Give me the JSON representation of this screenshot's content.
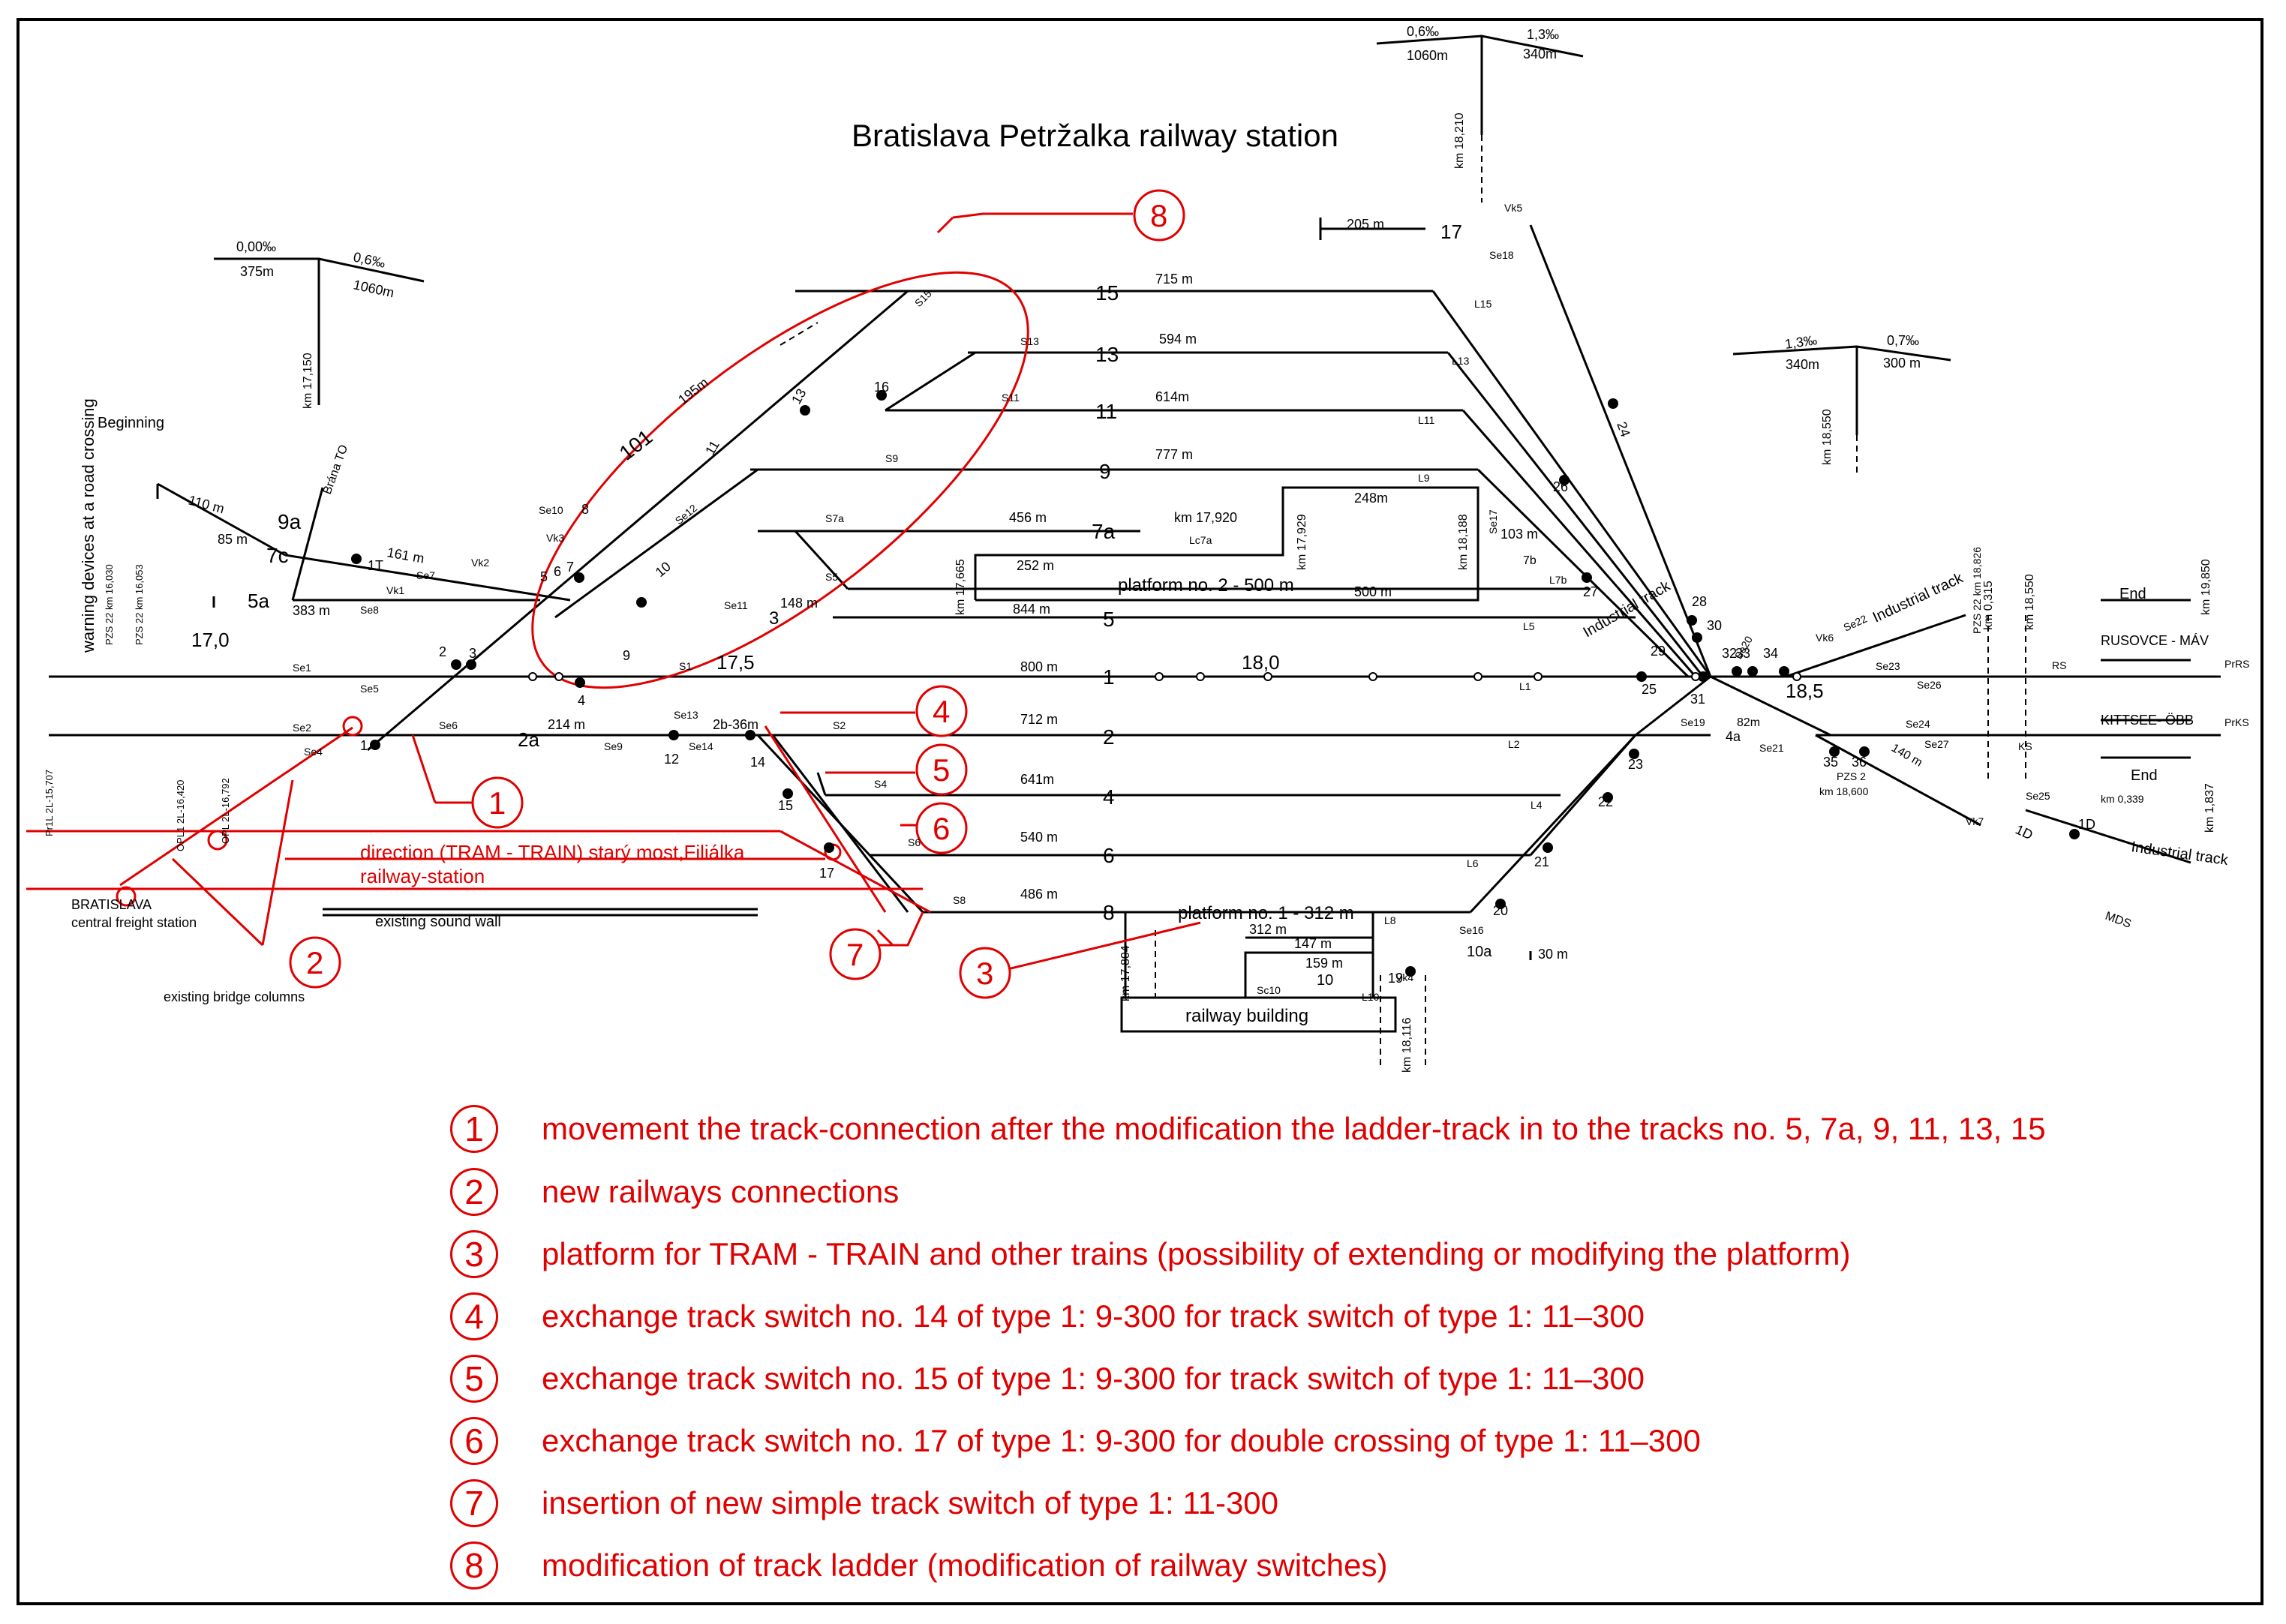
{
  "title": "Bratislava Petržalka railway station",
  "colors": {
    "track": "#000000",
    "annotation": "#e00000"
  },
  "tracks": [
    {
      "id": "15",
      "length": "715 m",
      "signal": "S15",
      "left_signal": "L15"
    },
    {
      "id": "13",
      "length": "594 m",
      "signal": "S13",
      "left_signal": "L13"
    },
    {
      "id": "11",
      "length": "614m",
      "signal": "S11",
      "left_signal": "L11"
    },
    {
      "id": "9",
      "length": "777 m",
      "signal": "S9",
      "left_signal": "L9"
    },
    {
      "id": "7a",
      "length": "456 m",
      "signal": "S7a",
      "left_signal": "L7b"
    },
    {
      "id": "5",
      "length": "844 m",
      "signal": "S5",
      "left_signal": "L5"
    },
    {
      "id": "1",
      "length": "800 m",
      "signal": "S1",
      "left_signal": "L1"
    },
    {
      "id": "2",
      "length": "712 m",
      "signal": "S2",
      "left_signal": "L2"
    },
    {
      "id": "4",
      "length": "641m",
      "signal": "S4",
      "left_signal": "L4"
    },
    {
      "id": "6",
      "length": "540 m",
      "signal": "S6",
      "left_signal": "L6"
    },
    {
      "id": "8",
      "length": "486 m",
      "signal": "S8",
      "left_signal": "L8"
    }
  ],
  "labels": {
    "beginning": "Beginning",
    "warning": "warning devices at a road crossing",
    "pzs1": "PZS 22 km 16,030",
    "pzs2": "PZS 22 km 16,053",
    "brana": "Brána TO",
    "km17150": "km 17,150",
    "grad1a": "0,00‰",
    "grad1b": "375m",
    "grad1c": "0,6‰",
    "grad1d": "1060m",
    "grad2a": "0,6‰",
    "grad2b": "1060m",
    "grad2c": "1,3‰",
    "grad2d": "340m",
    "grad3a": "1,3‰",
    "grad3b": "340m",
    "grad3c": "0,7‰",
    "grad3d": "300 m",
    "km18210": "km 18,210",
    "km18550a": "km 18,550",
    "t9a": "9a",
    "t7c": "7c",
    "t5a": "5a",
    "t2a": "2a",
    "t17": "17",
    "d110": "110 m",
    "d85": "85 m",
    "d161": "161 m",
    "d383": "383 m",
    "d195": "195m",
    "t101": "101",
    "v170": "17,0",
    "v175": "17,5",
    "v180": "18,0",
    "v185": "18,5",
    "d214": "214 m",
    "d2b": "2b-36m",
    "d148": "148 m",
    "d205": "205 m",
    "t3": "3",
    "platform2": "platform no. 2 - 500 m",
    "d252": "252 m",
    "d248": "248m",
    "d500": "500 m",
    "d103": "103 m",
    "km17920": "km 17,920",
    "km17929": "km 17,929",
    "km17665": "km 17,665",
    "km18188": "km 18,188",
    "lc7a": "Lc7a",
    "t7b": "7b",
    "industrial1": "Industrial track",
    "industrial2": "Industrial track",
    "industrial3": "Industrial track",
    "rusovce": "RUSOVCE - MÁV",
    "kittsee": "KITTSEE- ÖBB",
    "end1": "End",
    "end2": "End",
    "prrs": "PrRS",
    "prks": "PrKS",
    "rs": "RS",
    "ks": "KS",
    "km19850": "km 19,850",
    "km18550b": "km 18,550",
    "km0315": "km 0,315",
    "km1837": "km 1,837",
    "pzs22": "PZS 22 km 18,826",
    "pzs2b": "PZS 2",
    "km18600": "km 18,600",
    "km0339": "km 0,339",
    "mds": "MDS",
    "t1d1": "1D",
    "t1d2": "1D",
    "d140": "140 m",
    "t4a": "4a",
    "d82": "82m",
    "bratislava": "BRATISLAVA",
    "central": "central freight station",
    "bridge": "existing bridge columns",
    "wall": "existing sound wall",
    "direction": "direction (TRAM - TRAIN) starý most,Filiálka",
    "railstation": "railway-station",
    "platform1": "platform no. 1 - 312 m",
    "d312": "312 m",
    "d147": "147 m",
    "d159": "159 m",
    "t10": "10",
    "t10a": "10a",
    "d30": "30 m",
    "building": "railway building",
    "km17804": "km 17,804",
    "km18116": "km 18,116",
    "sc10": "Sc10",
    "l10": "L10",
    "vk4": "Vk4",
    "vk5": "Vk5",
    "se18": "Se18",
    "se1": "Se1",
    "se2": "Se2",
    "se4": "Se4",
    "se5": "Se5",
    "se6": "Se6",
    "se7": "Se7",
    "se8": "Se8",
    "vk1": "Vk1",
    "vk2": "Vk2",
    "se9": "Se9",
    "se10": "Se10",
    "se11": "Se11",
    "se12": "Se12",
    "se13": "Se13",
    "se14": "Se14",
    "vk3": "Vk3",
    "se16": "Se16",
    "se17": "Se17",
    "se19": "Se19",
    "se20": "Se20",
    "se21": "Se21",
    "se22": "Se22",
    "se23": "Se23",
    "se24": "Se24",
    "se25": "Se25",
    "se26": "Se26",
    "se27": "Se27",
    "vk6": "Vk6",
    "vk7": "Vk7",
    "t1t": "1T",
    "pr1": "Pr1L 2L-15,707",
    "opl": "OPL1 2L-16,420",
    "oph": "OPL 2L-16,792"
  },
  "switches": [
    "1",
    "2",
    "3",
    "4",
    "5",
    "6",
    "7",
    "8",
    "9",
    "10",
    "11",
    "12",
    "13",
    "14",
    "15",
    "16",
    "17",
    "19",
    "20",
    "21",
    "22",
    "23",
    "24",
    "25",
    "26",
    "27",
    "28",
    "29",
    "30",
    "31",
    "32",
    "33",
    "34",
    "35",
    "36"
  ],
  "callouts": [
    "1",
    "2",
    "3",
    "4",
    "5",
    "6",
    "7",
    "8"
  ],
  "legend": [
    {
      "num": "1",
      "text": "movement the track-connection after the modification the ladder-track in to the tracks no. 5, 7a, 9, 11, 13, 15"
    },
    {
      "num": "2",
      "text": "new railways connections"
    },
    {
      "num": "3",
      "text": "platform for TRAM - TRAIN and other trains (possibility of extending or modifying the platform)"
    },
    {
      "num": "4",
      "text": "exchange track switch no. 14 of type 1: 9-300 for track switch of type 1: 11–300"
    },
    {
      "num": "5",
      "text": "exchange track switch no. 15 of type 1: 9-300 for track switch of type 1: 11–300"
    },
    {
      "num": "6",
      "text": "exchange track switch no. 17 of type 1: 9-300 for double crossing of type 1: 11–300"
    },
    {
      "num": "7",
      "text": "insertion of new simple track switch of type 1: 11-300"
    },
    {
      "num": "8",
      "text": "modification of track ladder (modification of railway switches)"
    }
  ]
}
